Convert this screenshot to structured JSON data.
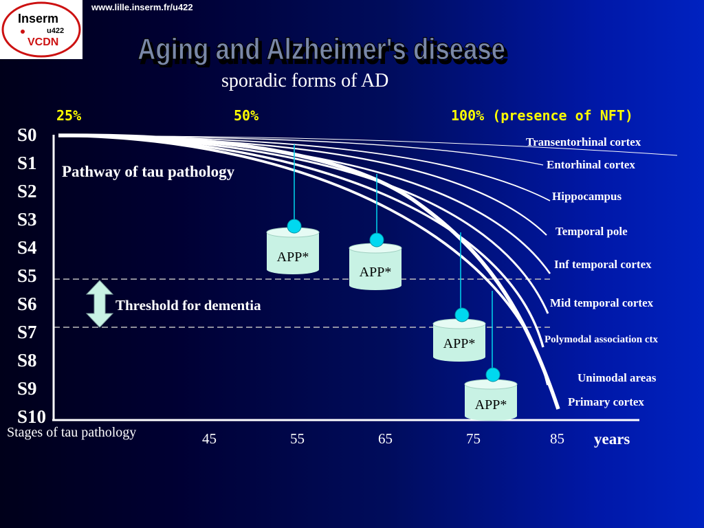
{
  "header": {
    "url": "www.lille.inserm.fr/u422",
    "logo": {
      "line1": "Inserm",
      "line2": "u422",
      "line3": "VCDN"
    },
    "title": "Aging and Alzheimer's disease",
    "subtitle": "sporadic forms of AD"
  },
  "percentages": [
    "25%",
    "50%",
    "100% (presence of NFT)"
  ],
  "stages": [
    "S0",
    "S1",
    "S2",
    "S3",
    "S4",
    "S5",
    "S6",
    "S7",
    "S8",
    "S9",
    "S10"
  ],
  "regions": [
    "Transentorhinal cortex",
    "Entorhinal cortex",
    "Hippocampus",
    "Temporal pole",
    "Inf temporal cortex",
    "Mid temporal cortex",
    "Polymodal association ctx",
    "Unimodal areas",
    "Primary cortex"
  ],
  "x_axis": {
    "label": "Stages of tau pathology",
    "ticks": [
      "45",
      "55",
      "65",
      "75",
      "85"
    ],
    "unit": "years"
  },
  "labels": {
    "pathway": "Pathway of tau pathology",
    "threshold": "Threshold for dementia"
  },
  "app_markers": [
    "APP*",
    "APP*",
    "APP*",
    "APP*"
  ],
  "colors": {
    "title_fill": "#7a88a8",
    "accent_yellow": "#ffff00",
    "cyan": "#00d8f0",
    "app_box": "#c8f2e4"
  }
}
